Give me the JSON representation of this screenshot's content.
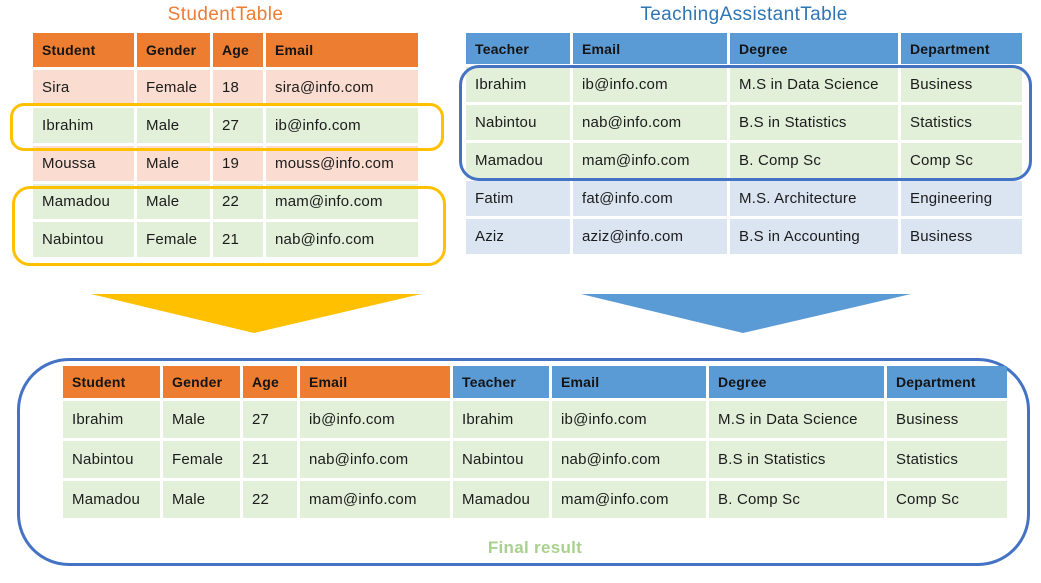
{
  "titles": {
    "student_table": "StudentTable",
    "teaching_assistant_table": "TeachingAssistantTable"
  },
  "caption": {
    "final_result": "Final result"
  },
  "colors": {
    "orange": "#ED7D31",
    "orange_light": "#FADCD0",
    "green_light": "#E2EFD9",
    "blue": "#5B9BD5",
    "blue_light": "#DBE5F1",
    "gold": "#FFC000",
    "outline_blue": "#4472C4",
    "title_orange": "#ED7D31",
    "title_blue": "#2E75B6",
    "result_green": "#A9D18E",
    "text": "#1B1B1B"
  },
  "tables": {
    "student": {
      "headers": [
        "Student",
        "Gender",
        "Age",
        "Email"
      ],
      "header_styles": [
        "orange",
        "orange",
        "orange",
        "orange"
      ],
      "rows": [
        {
          "cells": [
            "Sira",
            "Female",
            "18",
            "sira@info.com"
          ],
          "tone": "salmon"
        },
        {
          "cells": [
            "Ibrahim",
            "Male",
            "27",
            "ib@info.com"
          ],
          "tone": "green"
        },
        {
          "cells": [
            "Moussa",
            "Male",
            "19",
            "mouss@info.com"
          ],
          "tone": "salmon"
        },
        {
          "cells": [
            "Mamadou",
            "Male",
            "22",
            "mam@info.com"
          ],
          "tone": "green"
        },
        {
          "cells": [
            "Nabintou",
            "Female",
            "21",
            "nab@info.com"
          ],
          "tone": "green"
        }
      ]
    },
    "teaching_assistant": {
      "headers": [
        "Teacher",
        "Email",
        "Degree",
        "Department"
      ],
      "header_styles": [
        "blue",
        "blue",
        "blue",
        "blue"
      ],
      "rows": [
        {
          "cells": [
            "Ibrahim",
            "ib@info.com",
            "M.S in Data Science",
            "Business"
          ],
          "tone": "green"
        },
        {
          "cells": [
            "Nabintou",
            "nab@info.com",
            "B.S in Statistics",
            "Statistics"
          ],
          "tone": "green"
        },
        {
          "cells": [
            "Mamadou",
            "mam@info.com",
            "B. Comp Sc",
            "Comp Sc"
          ],
          "tone": "green"
        },
        {
          "cells": [
            "Fatim",
            "fat@info.com",
            "M.S. Architecture",
            "Engineering"
          ],
          "tone": "lightblue"
        },
        {
          "cells": [
            "Aziz",
            "aziz@info.com",
            "B.S in Accounting",
            "Business"
          ],
          "tone": "lightblue"
        }
      ]
    },
    "result": {
      "headers": [
        "Student",
        "Gender",
        "Age",
        "Email",
        "Teacher",
        "Email",
        "Degree",
        "Department"
      ],
      "header_styles": [
        "orange",
        "orange",
        "orange",
        "orange",
        "blue",
        "blue",
        "blue",
        "blue"
      ],
      "rows": [
        {
          "cells": [
            "Ibrahim",
            "Male",
            "27",
            "ib@info.com",
            "Ibrahim",
            "ib@info.com",
            "M.S in Data Science",
            "Business"
          ],
          "tone": "green"
        },
        {
          "cells": [
            "Nabintou",
            "Female",
            "21",
            "nab@info.com",
            "Nabintou",
            "nab@info.com",
            "B.S in Statistics",
            "Statistics"
          ],
          "tone": "green"
        },
        {
          "cells": [
            "Mamadou",
            "Male",
            "22",
            "mam@info.com",
            "Mamadou",
            "mam@info.com",
            "B. Comp Sc",
            "Comp Sc"
          ],
          "tone": "green"
        }
      ]
    }
  }
}
